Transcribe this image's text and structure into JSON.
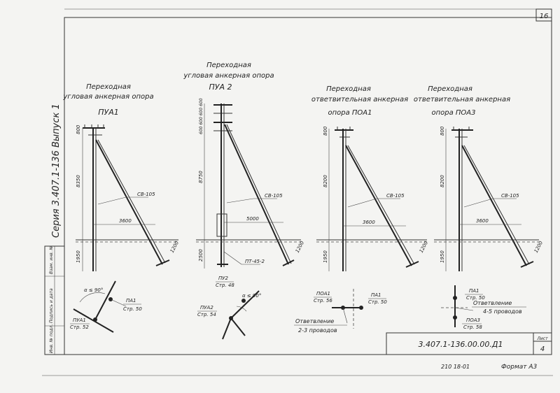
{
  "sheet": {
    "page_number": "16",
    "stamp_code": "3.407.1-136.00.00.Д1",
    "sheet_label": "Лист",
    "sheet_number": "4",
    "bottom_code": "210 18-01",
    "format_label": "Формат А3",
    "side_series": "Серия 3.407.1-136 Выпуск 1",
    "side_fields": [
      "Инв. № подл.",
      "Подпись и дата",
      "Взам. инв. №"
    ]
  },
  "towers": [
    {
      "title": [
        "Переходная",
        "угловая анкерная опора"
      ],
      "code": "ПУА1",
      "dims": [
        "800",
        "8350",
        "1950",
        "3600",
        "1200"
      ],
      "brace_label": "СВ-105"
    },
    {
      "title": [
        "Переходная",
        "угловая анкерная опора"
      ],
      "code": "ПУА 2",
      "dims": [
        "600 600 600 600",
        "8750",
        "2500",
        "5000",
        "1200"
      ],
      "brace_label": "СВ-105",
      "bottom_label": "ПТ-45-2"
    },
    {
      "title": [
        "Переходная",
        "ответвительная анкерная"
      ],
      "code": "опора ПОА1",
      "dims": [
        "800",
        "8200",
        "1950",
        "3600",
        "1200"
      ],
      "brace_label": "СВ-105"
    },
    {
      "title": [
        "Переходная",
        "ответвительная анкерная"
      ],
      "code": "опора ПОА3",
      "dims": [
        "800",
        "8200",
        "1950",
        "3600",
        "1200"
      ],
      "brace_label": "СВ-105"
    }
  ],
  "plans": [
    {
      "angle": "α ≤ 90°",
      "labels": [
        {
          "code": "ПА1",
          "page": "Стр. 50"
        },
        {
          "code": "ПУА1",
          "page": "Стр. 52"
        }
      ]
    },
    {
      "angle": "α ≤ 90°",
      "labels": [
        {
          "code": "ПУ2",
          "page": "Стр. 48"
        },
        {
          "code": "ПУА2",
          "page": "Стр. 54"
        }
      ]
    },
    {
      "labels": [
        {
          "code": "ПОА1",
          "page": "Стр. 56"
        },
        {
          "code": "ПА1",
          "page": "Стр. 50"
        }
      ],
      "branch": [
        "Ответвление",
        "2-3 проводов"
      ]
    },
    {
      "labels": [
        {
          "code": "ПА1",
          "page": "Стр. 50"
        },
        {
          "code": "ПОА3",
          "page": "Стр. 58"
        }
      ],
      "branch": [
        "Ответвление",
        "4-5 проводов"
      ]
    }
  ]
}
